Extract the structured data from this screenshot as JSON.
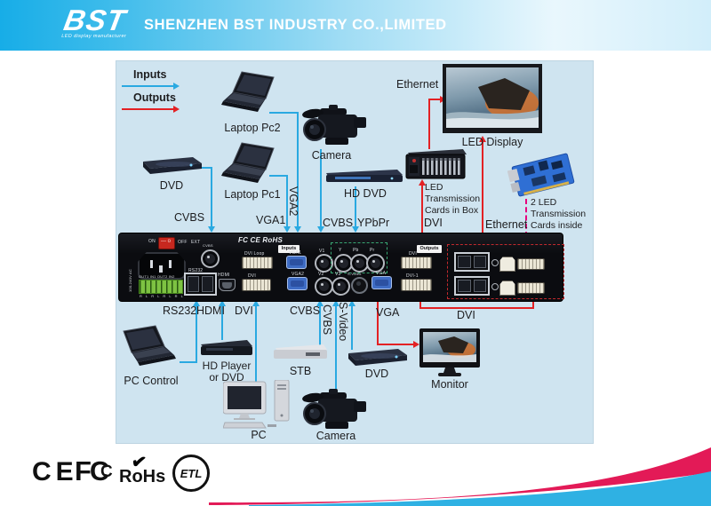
{
  "header": {
    "logo_text": "BST",
    "logo_subtext": "LED display manufacturer",
    "company_name": "SHENZHEN BST INDUSTRY CO.,LIMITED"
  },
  "legend": {
    "inputs": "Inputs",
    "outputs": "Outputs"
  },
  "devices": {
    "laptop_pc2": "Laptop Pc2",
    "laptop_pc1": "Laptop Pc1",
    "dvd_top": "DVD",
    "camera_top": "Camera",
    "hd_dvd": "HD DVD",
    "led_display": "LED Display",
    "led_transmission_box": "LED\nTransmission\nCards in Box",
    "led_transmission_cards": "2 LED\nTransmission\nCards inside",
    "pc_control": "PC Control",
    "hd_player": "HD Player\nor DVD",
    "stb": "STB",
    "dvd_bottom": "DVD",
    "monitor": "Monitor",
    "pc": "PC",
    "camera_bottom": "Camera"
  },
  "wires": {
    "cvbs_top": "CVBS",
    "vga1": "VGA1",
    "vga2": "VGA2",
    "cvbs_camera": "CVBS",
    "ypbpr": "YPbPr",
    "ethernet_display": "Ethernet",
    "dvi_up": "DVI",
    "ethernet_panel": "Ethernet",
    "rs232": "RS232",
    "hdmi": "HDMI",
    "dvi_pc": "DVI",
    "cvbs_stb": "CVBS",
    "cvbs_camera_bottom": "CVBS",
    "s_video": "S-Video",
    "vga_monitor": "VGA",
    "dvi_out": "DVI"
  },
  "panel": {
    "power_on": "ON",
    "power_off": "OFF",
    "power_ext": "EXT",
    "ac_rating": "100-240V AC",
    "terminal_top": "OUT1 IN1 OUT2 IN2",
    "terminal_bottom": "R L R L R L R L",
    "rs232_label": "RS232",
    "cvbs_label": "CVBS",
    "hdmi_label": "HDMI",
    "dvi_loop_label": "DVI Loop",
    "dvi_in_label": "DVI",
    "cert_marks": "FC  CE  RoHS",
    "inputs_chip": "Inputs",
    "vga1_label": "VGA1",
    "vga2_label": "VGA2",
    "v1_label": "V1",
    "y_label": "Y",
    "pb_label": "Pb",
    "pr_label": "Pr",
    "v2_label": "V2",
    "v3_label": "V3",
    "s_video_label": "S-Video",
    "vga_out_label": "VGA",
    "outputs_chip": "Outputs",
    "dvi_out_label": "DVI",
    "dvi1_out_label": "DVI-1"
  },
  "certifications": {
    "ce": "CE",
    "fcc": "FC",
    "rohs": "RoHs",
    "etl": "ETL"
  },
  "colors": {
    "input_line": "#2aa9e1",
    "output_line": "#e32124",
    "card_line": "#e6007e",
    "header_blue": "#17ade7",
    "diagram_bg": "#cfe4f0",
    "swoosh_pink": "#e31a57",
    "swoosh_blue": "#2fb1e3"
  }
}
